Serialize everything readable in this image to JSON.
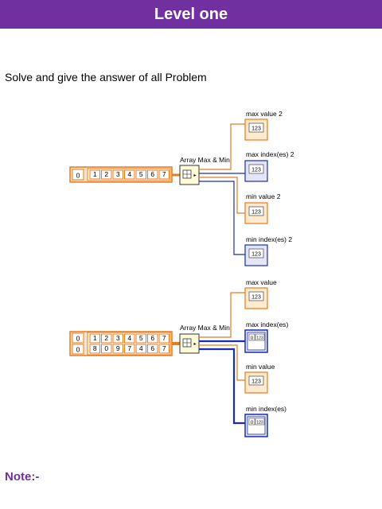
{
  "header": {
    "title": "Level one"
  },
  "instruction": "Solve and give the answer of all Problem",
  "note_label": "Note:-",
  "colors": {
    "banner": "#7030a0",
    "orange_wire": "#e87b1e",
    "blue_wire": "#1a2db4"
  },
  "diagram1": {
    "array_index": "0",
    "array_values": [
      "1",
      "2",
      "3",
      "4",
      "5",
      "6",
      "7"
    ],
    "function_label": "Array Max & Min",
    "indicators": {
      "max_value": {
        "label": "max value 2",
        "glyph": "123"
      },
      "max_index": {
        "label": "max index(es) 2",
        "glyph": "123"
      },
      "min_value": {
        "label": "min value 2",
        "glyph": "123"
      },
      "min_index": {
        "label": "min index(es) 2",
        "glyph": "123"
      }
    }
  },
  "diagram2": {
    "row_indices": [
      "0",
      "0"
    ],
    "row1_values": [
      "1",
      "2",
      "3",
      "4",
      "5",
      "6",
      "7"
    ],
    "row2_values": [
      "8",
      "0",
      "9",
      "7",
      "4",
      "6",
      "7"
    ],
    "function_label": "Array Max & Min",
    "indicators": {
      "max_value": {
        "label": "max value",
        "glyph": "123"
      },
      "max_index": {
        "label": "max index(es)",
        "glyph": "123",
        "sub_index": "0"
      },
      "min_value": {
        "label": "min value",
        "glyph": "123"
      },
      "min_index": {
        "label": "min index(es)",
        "glyph": "123",
        "sub_index": "0"
      }
    }
  }
}
